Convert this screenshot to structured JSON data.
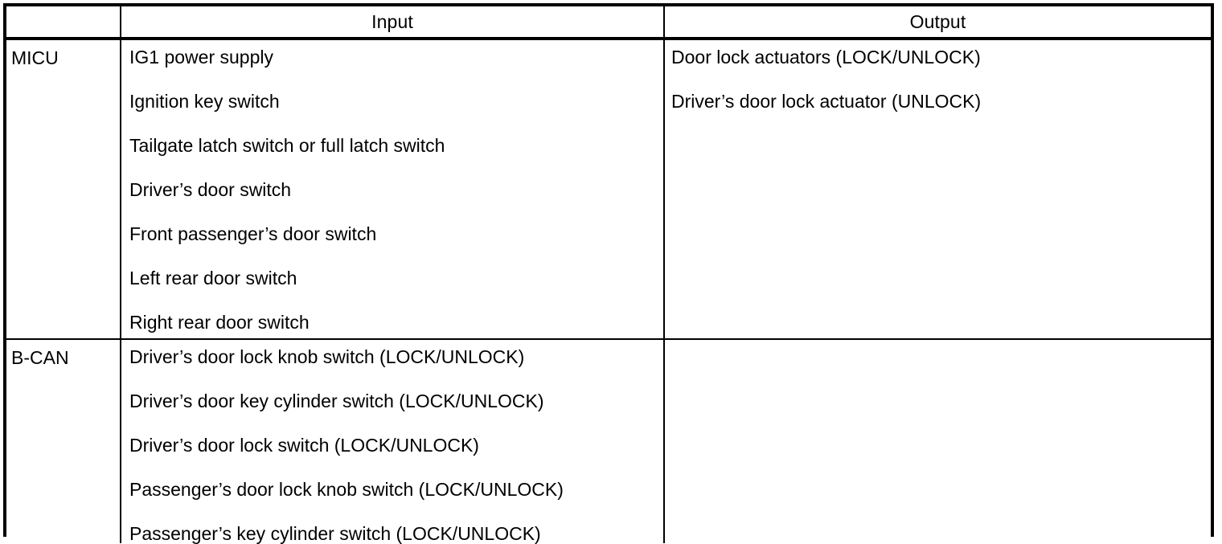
{
  "table": {
    "headers": {
      "corner": "",
      "input": "Input",
      "output": "Output"
    },
    "rows": [
      {
        "label": "MICU",
        "inputs": [
          "IG1 power supply",
          "Ignition key switch",
          "Tailgate latch switch or full latch switch",
          "Driver’s door switch",
          "Front passenger’s door switch",
          "Left rear door switch",
          "Right rear door switch"
        ],
        "outputs": [
          "Door lock actuators (LOCK/UNLOCK)",
          "Driver’s door lock actuator (UNLOCK)"
        ]
      },
      {
        "label": "B-CAN",
        "inputs": [
          "Driver’s door lock knob switch (LOCK/UNLOCK)",
          "Driver’s door key cylinder switch (LOCK/UNLOCK)",
          "Driver’s door lock switch (LOCK/UNLOCK)",
          "Passenger’s door lock knob switch (LOCK/UNLOCK)",
          "Passenger’s key cylinder switch (LOCK/UNLOCK)"
        ],
        "outputs": []
      }
    ]
  },
  "colors": {
    "border": "#000000",
    "text": "#000000",
    "background": "#ffffff"
  }
}
